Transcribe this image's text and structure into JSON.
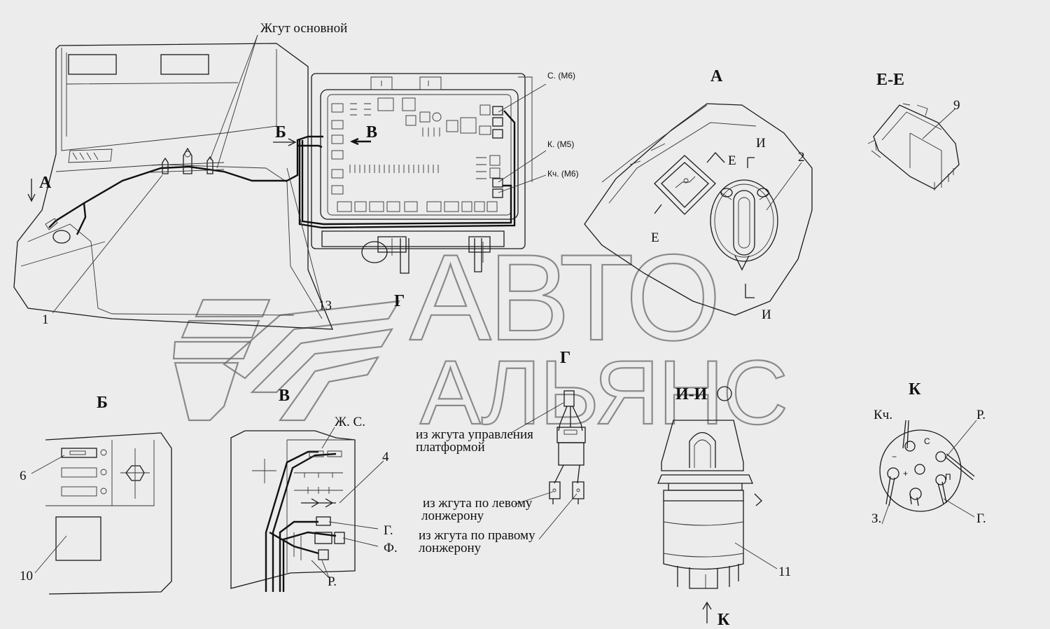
{
  "watermark": {
    "line1": "АВТО",
    "line2": "АЛЬЯНС",
    "color": "#6a6a6a"
  },
  "labels": {
    "harness_main": "Жгут основной",
    "view_a_arrow": "А",
    "view_b_arrow": "Б",
    "view_v_arrow": "В",
    "view_g_arrow": "Г",
    "view_k_arrow": "К",
    "pos_1": "1",
    "pos_2": "2",
    "pos_4": "4",
    "pos_6": "6",
    "pos_9": "9",
    "pos_10": "10",
    "pos_11": "11",
    "pos_13": "13",
    "term_s_m6": "С. (М6)",
    "term_k_m5": "К. (М5)",
    "term_kch_m6": "Кч. (М6)",
    "view_a_title": "А",
    "section_e": "Е",
    "section_i": "И",
    "section_ee_title": "Е-Е",
    "view_b_title": "Б",
    "view_v_title": "В",
    "view_g_title": "Г",
    "section_ii_title": "И-И",
    "view_k_title": "К",
    "wire_zh_s": "Ж. С.",
    "wire_g": "Г.",
    "wire_f": "Ф.",
    "wire_r": "Р.",
    "from_platform_1": "из жгута управления",
    "from_platform_2": "платформой",
    "from_left_1": "из жгута по левому",
    "from_left_2": "лонжерону",
    "from_right_1": "из жгута по правому",
    "from_right_2": "лонжерону",
    "k_kch": "Кч.",
    "k_r": "Р.",
    "k_z": "З.",
    "k_g": "Г.",
    "k_c": "С",
    "k_p": "П",
    "k_minus": "−",
    "k_plus": "+"
  }
}
